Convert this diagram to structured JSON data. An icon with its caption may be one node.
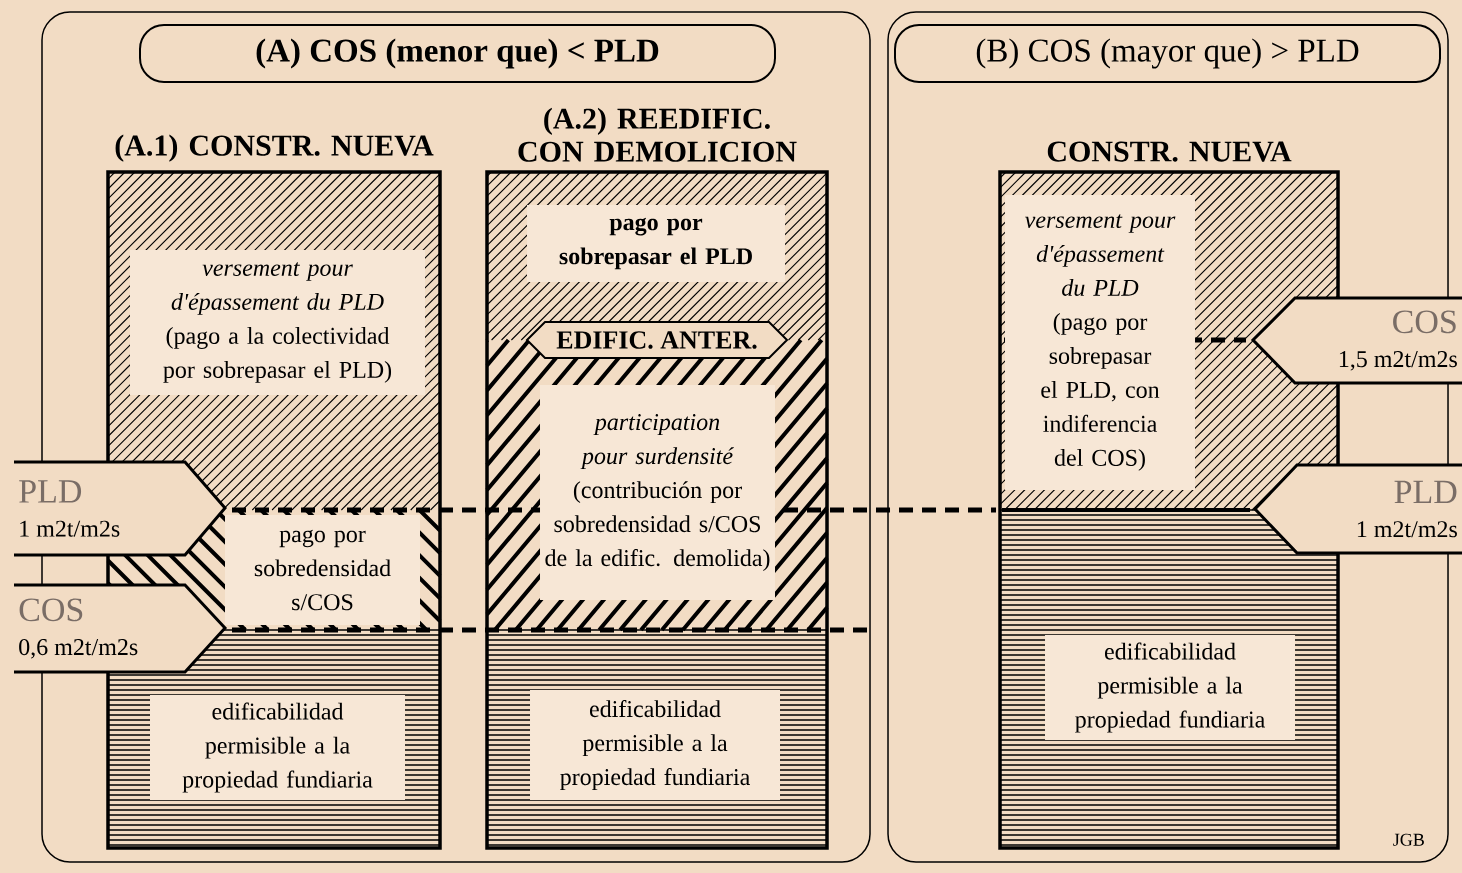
{
  "diagram": {
    "nodes": [
      {
        "text": [],
        "shape": "box"
      },
      {
        "text": [
          "(A) COS (menor que) < PLD"
        ],
        "in": 0
      },
      {
        "text": [
          "(A.1) CONSTR. NUEVA"
        ],
        "in": 0
      },
      {
        "text": [
          "versement pour d'épassement du PLD",
          "(pago a la colectividad por sobrepasar el PLD)"
        ],
        "in": 2
      },
      {
        "text": [
          "pago por sobredensidad s/COS"
        ],
        "in": 2
      },
      {
        "text": [
          "edificabilidad permisible a la propiedad fundiaria"
        ],
        "in": 2
      },
      {
        "text": [
          "(A.2) REEDIFIC. CON DEMOLICION"
        ],
        "in": 0
      },
      {
        "text": [
          "pago por sobrepasar el PLD"
        ],
        "in": 6
      },
      {
        "text": [
          "EDIFIC. ANTER."
        ],
        "in": 6
      },
      {
        "text": [
          "participation pour surdensité",
          "(contribución por sobredensidad s/COS de la edific. demolida)"
        ],
        "in": 6
      },
      {
        "text": [
          "edificabilidad permisible a la propiedad fundiaria"
        ],
        "in": 6
      },
      {
        "text": [],
        "shape": "box"
      },
      {
        "text": [
          "(B) COS (mayor que) > PLD"
        ],
        "in": 11
      },
      {
        "text": [
          "CONSTR. NUEVA"
        ],
        "in": 11
      },
      {
        "text": [
          "versement pour d'épassement du PLD",
          "(pago por sobrepasar el PLD, con indiferencia del COS)"
        ],
        "in": 13
      },
      {
        "text": [
          "edificabilidad permisible a la propiedad fundiaria"
        ],
        "in": 13
      },
      {
        "text": [
          "PLD",
          "1 m2t/m2s"
        ]
      },
      {
        "text": [
          "COS",
          "0,6 m2t/m2s"
        ]
      },
      {
        "text": [
          "COS",
          "1,5 m2t/m2s"
        ]
      },
      {
        "text": [
          "PLD",
          "1 m2t/m2s"
        ]
      }
    ],
    "labels": [
      "JGB"
    ]
  }
}
